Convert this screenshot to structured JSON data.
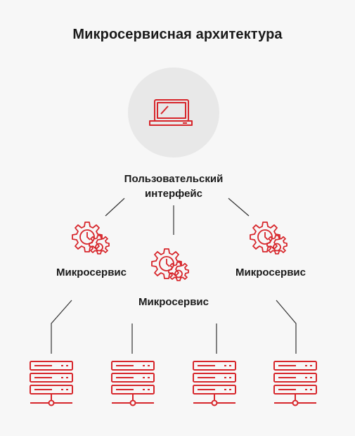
{
  "title": "Микросервисная архитектура",
  "client": {
    "label_line1": "Пользовательский",
    "label_line2": "интерфейс",
    "icon": "laptop-icon"
  },
  "microservices": [
    {
      "label": "Микросервис",
      "icon": "gears-icon"
    },
    {
      "label": "Микросервис",
      "icon": "gears-icon"
    },
    {
      "label": "Микросервис",
      "icon": "gears-icon"
    }
  ],
  "servers": [
    {
      "icon": "server-rack-icon"
    },
    {
      "icon": "server-rack-icon"
    },
    {
      "icon": "server-rack-icon"
    },
    {
      "icon": "server-rack-icon"
    }
  ],
  "colors": {
    "accent": "#d7262b",
    "text": "#1a1a1a",
    "background": "#f7f7f7",
    "circle": "#e8e8e8",
    "line": "#333333"
  }
}
